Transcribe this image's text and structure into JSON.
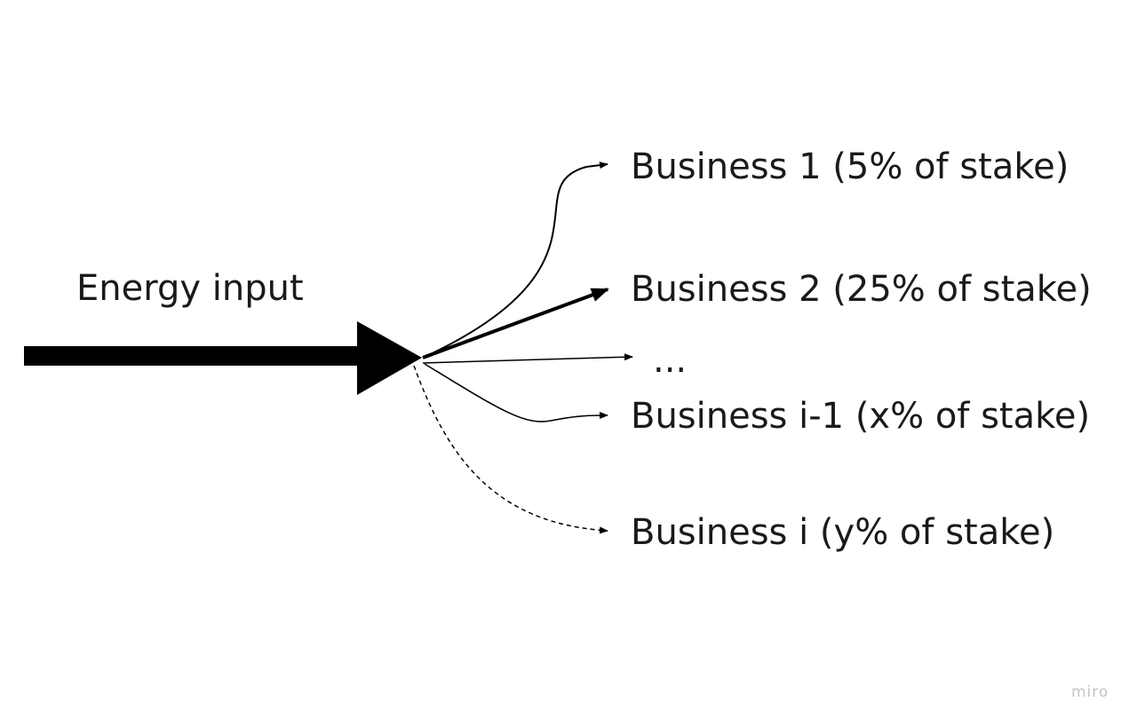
{
  "input": {
    "label": "Energy input"
  },
  "outputs": [
    {
      "label": "Business 1 (5% of stake)"
    },
    {
      "label": "Business 2 (25% of stake)"
    },
    {
      "label": "..."
    },
    {
      "label": "Business i-1 (x% of stake)"
    },
    {
      "label": "Business i (y% of stake)"
    }
  ],
  "watermark": "miro",
  "colors": {
    "ink": "#000000",
    "text": "#1a1a1a",
    "watermark": "#c4c4c4"
  }
}
